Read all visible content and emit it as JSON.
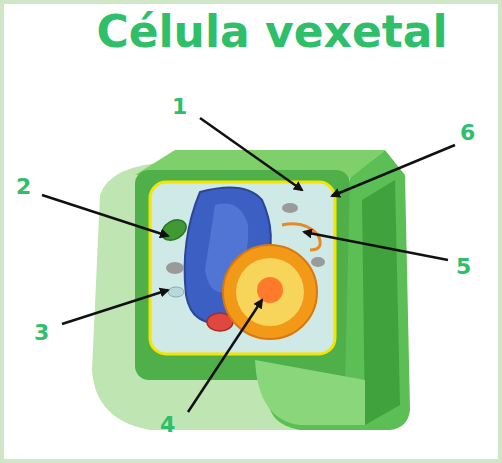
{
  "diagram": {
    "title": "Célula vexetal",
    "labels": [
      "1",
      "2",
      "3",
      "4",
      "5",
      "6"
    ]
  }
}
